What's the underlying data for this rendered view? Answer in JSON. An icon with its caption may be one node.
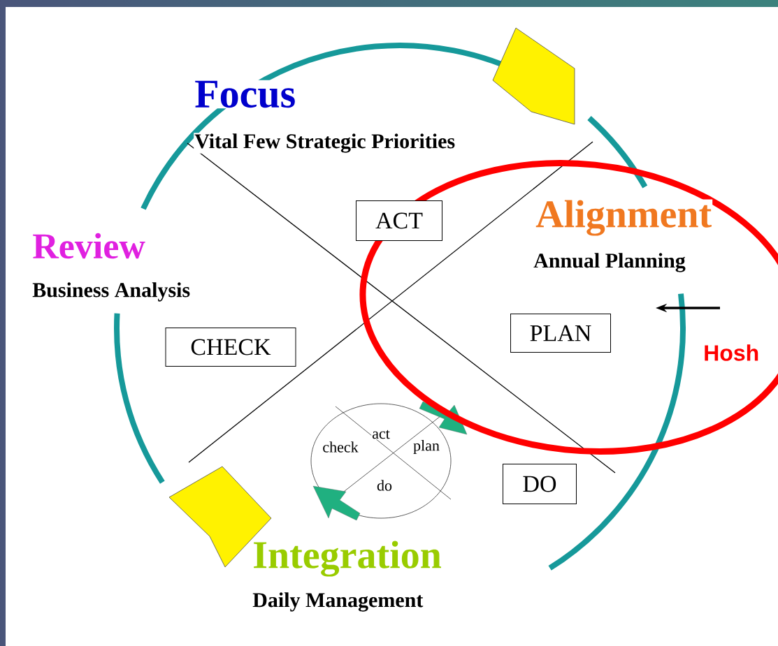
{
  "diagram": {
    "nodes": [
      {
        "text": [
          "ACT"
        ]
      },
      {
        "text": [
          "CHECK"
        ]
      },
      {
        "text": [
          "PLAN"
        ]
      },
      {
        "text": [
          "act",
          "check",
          "plan",
          "do"
        ]
      },
      {
        "text": [
          "DO"
        ]
      }
    ],
    "labels": [
      "Focus",
      "Vital Few Strategic Priorities",
      "Review",
      "Alignment",
      "Business Analysis",
      "Annual Planning",
      "Hosh",
      "Integration",
      "Daily Management"
    ]
  }
}
